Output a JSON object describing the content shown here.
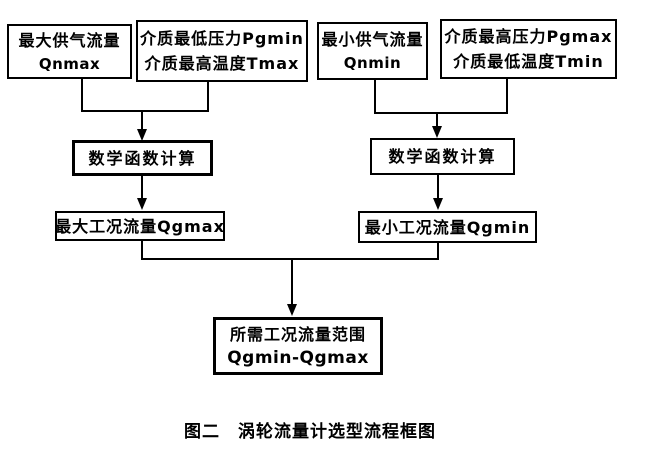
{
  "diagram": {
    "nodes": {
      "qnmax": {
        "line1": "最大供气流量",
        "line2": "Qnmax"
      },
      "pgmin_tmax": {
        "line1": "介质最低压力Pgmin",
        "line2": "介质最高温度Tmax"
      },
      "qnmin": {
        "line1": "最小供气流量",
        "line2": "Qnmin"
      },
      "pgmax_tmin": {
        "line1": "介质最高压力Pgmax",
        "line2": "介质最低温度Tmin"
      },
      "calc_left": {
        "line1": "数学函数计算"
      },
      "calc_right": {
        "line1": "数学函数计算"
      },
      "qgmax": {
        "line1": "最大工况流量Qgmax"
      },
      "qgmin": {
        "line1": "最小工况流量Qgmin"
      },
      "result": {
        "line1": "所需工况流量范围",
        "line2": "Qgmin-Qgmax"
      }
    },
    "edges": [
      {
        "from": [
          "qnmax",
          "pgmin_tmax"
        ],
        "to": "calc_left"
      },
      {
        "from": [
          "qnmin",
          "pgmax_tmin"
        ],
        "to": "calc_right"
      },
      {
        "from": [
          "calc_left"
        ],
        "to": "qgmax"
      },
      {
        "from": [
          "calc_right"
        ],
        "to": "qgmin"
      },
      {
        "from": [
          "qgmax",
          "qgmin"
        ],
        "to": "result"
      }
    ],
    "caption": {
      "prefix": "图二",
      "title": "涡轮流量计选型流程框图"
    },
    "colors": {
      "line": "#000000",
      "background": "#ffffff",
      "text": "#000000"
    }
  }
}
